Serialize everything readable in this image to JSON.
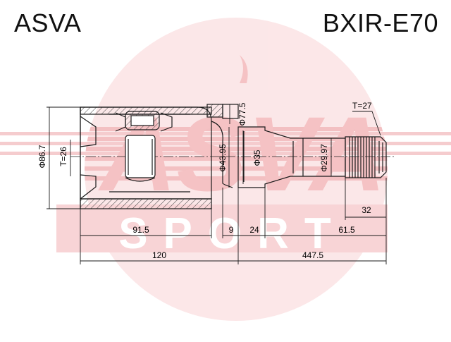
{
  "header": {
    "brand": "ASVA",
    "part_number": "BXIR-E70"
  },
  "watermark": {
    "wordmark": "ASVA",
    "subword": "SPORT",
    "color": "#e6393e"
  },
  "dimensions": {
    "outer_diameter": "Φ86.7",
    "inner_spline": "T=26",
    "outer_spline": "T=27",
    "flange_diameter": "Φ77.5",
    "bore_diameter": "Φ43.95",
    "shaft_diameter": "Φ35",
    "neck_diameter": "Φ29.97",
    "housing_length": "91.5",
    "shoulder_width": "9",
    "step_length": "24",
    "tip_length": "61.5",
    "spline_length": "32",
    "body_length": "120",
    "total_length": "447.5"
  },
  "colors": {
    "line": "#1a1a1a",
    "hatch": "#333333",
    "accent": "#e6393e"
  }
}
